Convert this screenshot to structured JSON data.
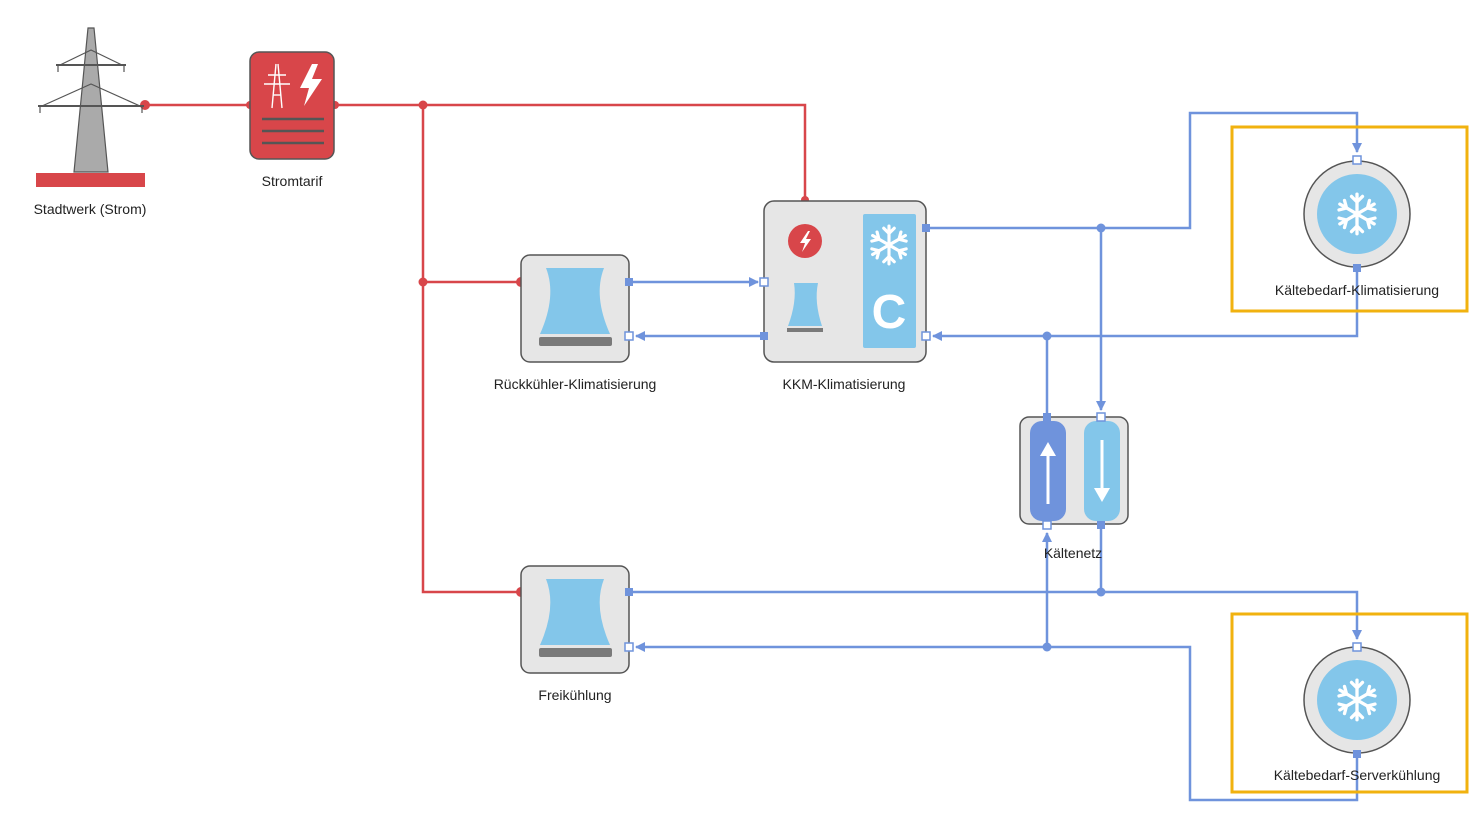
{
  "colors": {
    "power": "#d8464a",
    "cold": "#6f93dc",
    "cold_light": "#83c6ea",
    "device_bg": "#e6e6e6",
    "device_border": "#555555",
    "highlight": "#f1b20f"
  },
  "nodes": {
    "stadtwerk": {
      "label": "Stadtwerk (Strom)",
      "icon": "power-pylon-icon"
    },
    "stromtarif": {
      "label": "Stromtarif",
      "icon": "power-tariff-icon"
    },
    "rueckkuehler": {
      "label": "Rückkühler-Klimatisierung",
      "icon": "cooling-tower-icon"
    },
    "kkm": {
      "label": "KKM-Klimatisierung",
      "icon": "compression-chiller-icon",
      "letter": "C"
    },
    "kaeltenetz": {
      "label": "Kältenetz",
      "icon": "cold-network-icon"
    },
    "freikuehlung": {
      "label": "Freikühlung",
      "icon": "cooling-tower-icon"
    },
    "bedarf_klima": {
      "label": "Kältebedarf-Klimatisierung",
      "icon": "snowflake-icon"
    },
    "bedarf_server": {
      "label": "Kältebedarf-Serverkühlung",
      "icon": "snowflake-icon"
    }
  }
}
